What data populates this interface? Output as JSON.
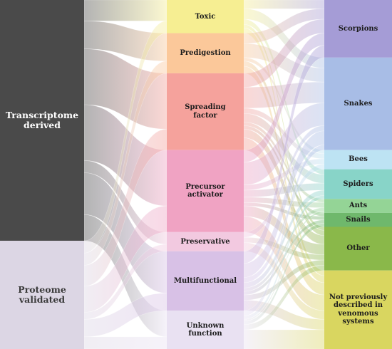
{
  "diagram": {
    "type": "sankey",
    "left_nodes": [
      {
        "id": "transcriptome",
        "label": "Transcriptome\nderived",
        "weight": 0.69,
        "color": "#4a4a4a",
        "label_color": "#ffffff"
      },
      {
        "id": "proteome",
        "label": "Proteome\nvalidated",
        "weight": 0.31,
        "color": "#dcd6e4",
        "label_color": "#3a3a3a"
      }
    ],
    "middle_nodes": [
      {
        "id": "toxic",
        "label": "Toxic",
        "weight": 0.095,
        "color": "#f6ee92"
      },
      {
        "id": "predigestion",
        "label": "Predigestion",
        "weight": 0.115,
        "color": "#fbc89a"
      },
      {
        "id": "spreading",
        "label": "Spreading\nfactor",
        "weight": 0.22,
        "color": "#f5a29c"
      },
      {
        "id": "precursor",
        "label": "Precursor\nactivator",
        "weight": 0.235,
        "color": "#f0a3c3"
      },
      {
        "id": "preservative",
        "label": "Preservative",
        "weight": 0.055,
        "color": "#f2c9e0"
      },
      {
        "id": "multifunctional",
        "label": "Multifunctional",
        "weight": 0.17,
        "color": "#d8c1e6"
      },
      {
        "id": "unknown",
        "label": "Unknown\nfunction",
        "weight": 0.11,
        "color": "#e9e1f2"
      }
    ],
    "right_nodes": [
      {
        "id": "scorpions",
        "label": "Scorpions",
        "weight": 0.165,
        "color": "#a59cd6"
      },
      {
        "id": "snakes",
        "label": "Snakes",
        "weight": 0.265,
        "color": "#a8bde6"
      },
      {
        "id": "bees",
        "label": "Bees",
        "weight": 0.055,
        "color": "#bde3f3"
      },
      {
        "id": "spiders",
        "label": "Spiders",
        "weight": 0.085,
        "color": "#88d4c8"
      },
      {
        "id": "ants",
        "label": "Ants",
        "weight": 0.04,
        "color": "#94d496"
      },
      {
        "id": "snails",
        "label": "Snails",
        "weight": 0.04,
        "color": "#6fb86c"
      },
      {
        "id": "other",
        "label": "Other",
        "weight": 0.125,
        "color": "#8ab84a"
      },
      {
        "id": "novel",
        "label": "Not previously\ndescribed in\nvenomous\nsystems",
        "weight": 0.225,
        "color": "#d9d660"
      }
    ],
    "links_left": [
      {
        "from": "transcriptome",
        "to": "toxic",
        "w": 0.06
      },
      {
        "from": "transcriptome",
        "to": "predigestion",
        "w": 0.08
      },
      {
        "from": "transcriptome",
        "to": "spreading",
        "w": 0.16
      },
      {
        "from": "transcriptome",
        "to": "precursor",
        "w": 0.16
      },
      {
        "from": "transcriptome",
        "to": "preservative",
        "w": 0.035
      },
      {
        "from": "transcriptome",
        "to": "multifunctional",
        "w": 0.12
      },
      {
        "from": "transcriptome",
        "to": "unknown",
        "w": 0.075
      },
      {
        "from": "proteome",
        "to": "toxic",
        "w": 0.035
      },
      {
        "from": "proteome",
        "to": "predigestion",
        "w": 0.035
      },
      {
        "from": "proteome",
        "to": "spreading",
        "w": 0.06
      },
      {
        "from": "proteome",
        "to": "precursor",
        "w": 0.075
      },
      {
        "from": "proteome",
        "to": "preservative",
        "w": 0.02
      },
      {
        "from": "proteome",
        "to": "multifunctional",
        "w": 0.05
      },
      {
        "from": "proteome",
        "to": "unknown",
        "w": 0.035
      }
    ],
    "links_right": [
      {
        "from": "toxic",
        "to": "scorpions",
        "w": 0.025
      },
      {
        "from": "toxic",
        "to": "snakes",
        "w": 0.03
      },
      {
        "from": "toxic",
        "to": "spiders",
        "w": 0.015
      },
      {
        "from": "toxic",
        "to": "other",
        "w": 0.01
      },
      {
        "from": "toxic",
        "to": "novel",
        "w": 0.015
      },
      {
        "from": "predigestion",
        "to": "scorpions",
        "w": 0.03
      },
      {
        "from": "predigestion",
        "to": "snakes",
        "w": 0.04
      },
      {
        "from": "predigestion",
        "to": "bees",
        "w": 0.01
      },
      {
        "from": "predigestion",
        "to": "other",
        "w": 0.015
      },
      {
        "from": "predigestion",
        "to": "novel",
        "w": 0.02
      },
      {
        "from": "spreading",
        "to": "scorpions",
        "w": 0.04
      },
      {
        "from": "spreading",
        "to": "snakes",
        "w": 0.06
      },
      {
        "from": "spreading",
        "to": "bees",
        "w": 0.015
      },
      {
        "from": "spreading",
        "to": "spiders",
        "w": 0.025
      },
      {
        "from": "spreading",
        "to": "ants",
        "w": 0.01
      },
      {
        "from": "spreading",
        "to": "snails",
        "w": 0.01
      },
      {
        "from": "spreading",
        "to": "other",
        "w": 0.025
      },
      {
        "from": "spreading",
        "to": "novel",
        "w": 0.035
      },
      {
        "from": "precursor",
        "to": "scorpions",
        "w": 0.035
      },
      {
        "from": "precursor",
        "to": "snakes",
        "w": 0.065
      },
      {
        "from": "precursor",
        "to": "bees",
        "w": 0.015
      },
      {
        "from": "precursor",
        "to": "spiders",
        "w": 0.02
      },
      {
        "from": "precursor",
        "to": "ants",
        "w": 0.015
      },
      {
        "from": "precursor",
        "to": "snails",
        "w": 0.01
      },
      {
        "from": "precursor",
        "to": "other",
        "w": 0.03
      },
      {
        "from": "precursor",
        "to": "novel",
        "w": 0.045
      },
      {
        "from": "preservative",
        "to": "snakes",
        "w": 0.015
      },
      {
        "from": "preservative",
        "to": "other",
        "w": 0.015
      },
      {
        "from": "preservative",
        "to": "novel",
        "w": 0.025
      },
      {
        "from": "multifunctional",
        "to": "scorpions",
        "w": 0.035
      },
      {
        "from": "multifunctional",
        "to": "snakes",
        "w": 0.04
      },
      {
        "from": "multifunctional",
        "to": "bees",
        "w": 0.015
      },
      {
        "from": "multifunctional",
        "to": "spiders",
        "w": 0.015
      },
      {
        "from": "multifunctional",
        "to": "ants",
        "w": 0.01
      },
      {
        "from": "multifunctional",
        "to": "snails",
        "w": 0.01
      },
      {
        "from": "multifunctional",
        "to": "other",
        "w": 0.015
      },
      {
        "from": "multifunctional",
        "to": "novel",
        "w": 0.03
      },
      {
        "from": "unknown",
        "to": "snakes",
        "w": 0.015
      },
      {
        "from": "unknown",
        "to": "spiders",
        "w": 0.01
      },
      {
        "from": "unknown",
        "to": "ants",
        "w": 0.005
      },
      {
        "from": "unknown",
        "to": "snails",
        "w": 0.01
      },
      {
        "from": "unknown",
        "to": "other",
        "w": 0.015
      },
      {
        "from": "unknown",
        "to": "novel",
        "w": 0.055
      }
    ]
  }
}
